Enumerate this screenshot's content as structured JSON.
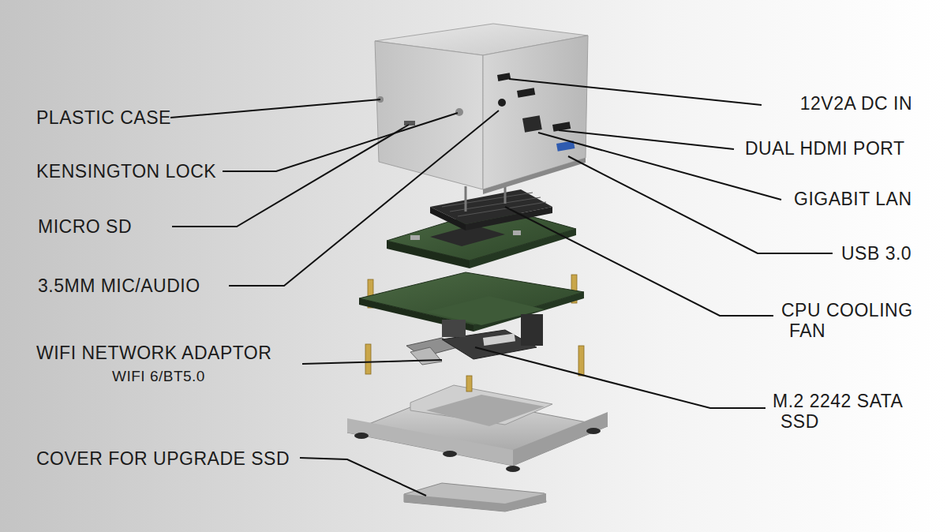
{
  "diagram": {
    "labels": [
      "PLASTIC CASE",
      "KENSINGTON LOCK",
      "MICRO SD",
      "3.5MM MIC/AUDIO",
      "WIFI NETWORK ADAPTOR",
      "WIFI 6/BT5.0",
      "COVER FOR UPGRADE SSD",
      "12V2A DC IN",
      "DUAL HDMI PORT",
      "GIGABIT LAN",
      "USB 3.0",
      "CPU COOLING FAN",
      "M.2 2242 SATA SSD"
    ]
  }
}
